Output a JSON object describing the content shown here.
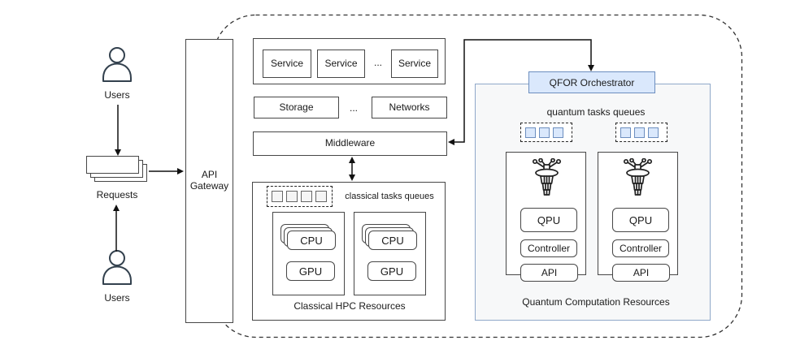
{
  "left": {
    "users_top_label": "Users",
    "users_bottom_label": "Users",
    "requests_label": "Requests",
    "api_gateway": {
      "line1": "API",
      "line2": "Gateway"
    }
  },
  "classical": {
    "services": [
      "Service",
      "Service",
      "Service"
    ],
    "services_ellipsis": "...",
    "storage_label": "Storage",
    "infra_ellipsis": "...",
    "networks_label": "Networks",
    "middleware_label": "Middleware",
    "hpc": {
      "queue_label": "classical tasks queues",
      "title": "Classical HPC Resources",
      "nodes": [
        {
          "cpu": "CPU",
          "gpu": "GPU"
        },
        {
          "cpu": "CPU",
          "gpu": "GPU"
        }
      ]
    }
  },
  "quantum": {
    "orchestrator_label": "QFOR Orchestrator",
    "queue_label": "quantum tasks queues",
    "title": "Quantum Computation Resources",
    "nodes": [
      {
        "qpu": "QPU",
        "controller": "Controller",
        "api": "API"
      },
      {
        "qpu": "QPU",
        "controller": "Controller",
        "api": "API"
      }
    ]
  },
  "colors": {
    "accent_fill": "#dae8fc",
    "accent_border": "#6c8ebf",
    "panel_fill": "#f7f8f9",
    "panel_border": "#8fa8c9",
    "queue_square_fill": "#f5f5f5",
    "line": "#111111"
  }
}
